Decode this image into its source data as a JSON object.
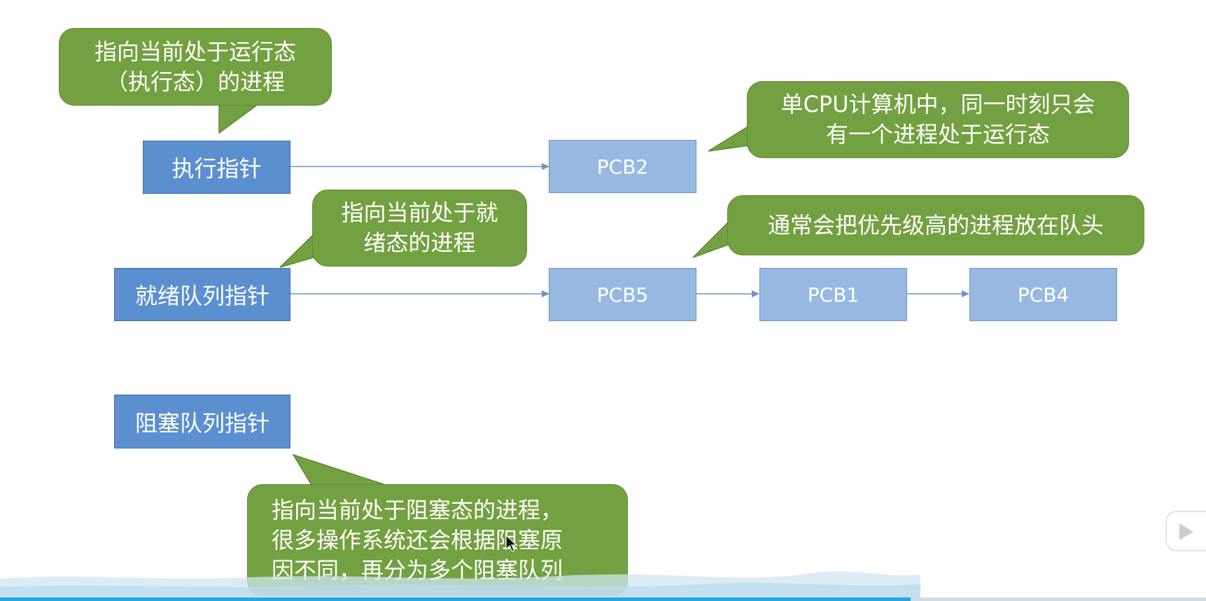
{
  "pointers": {
    "running": "执行指针",
    "ready": "就绪队列指针",
    "blocked": "阻塞队列指针"
  },
  "pcbs": {
    "running": [
      "PCB2"
    ],
    "ready": [
      "PCB5",
      "PCB1",
      "PCB4"
    ]
  },
  "callouts": {
    "running_pointer": [
      "指向当前处于运行态",
      "（执行态）的进程"
    ],
    "single_cpu": [
      "单CPU计算机中，同一时刻只会",
      "有一个进程处于运行态"
    ],
    "ready_pointer": [
      "指向当前处于就",
      "绪态的进程"
    ],
    "priority_head": [
      "通常会把优先级高的进程放在队头"
    ],
    "blocked_pointer": [
      "指向当前处于阻塞态的进程，",
      "很多操作系统还会根据阻塞原",
      "因不同，再分为多个阻塞队列"
    ]
  },
  "player": {
    "progress": 0.755
  },
  "colors": {
    "pointer_box": "#5b8fcf",
    "pcb_box": "#97b9e1",
    "callout": "#73a040",
    "arrow": "#6a95c8",
    "progress": "#29a6dd"
  },
  "icons": {
    "play": "play-icon",
    "cursor": "mouse-cursor-icon"
  }
}
